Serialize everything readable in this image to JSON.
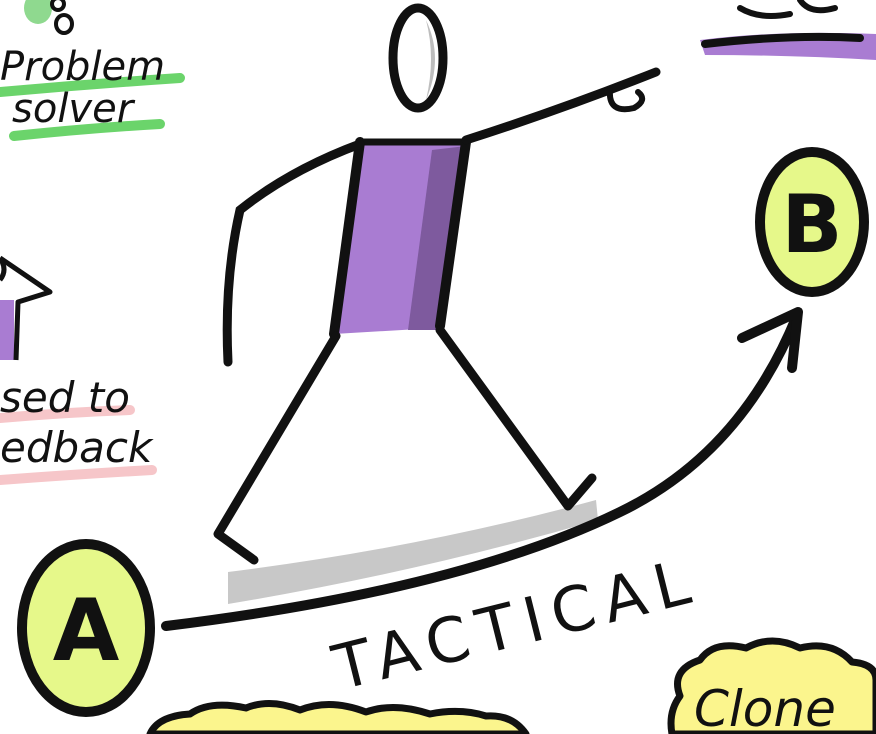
{
  "labels": {
    "problem": "Problem",
    "solver": "solver",
    "used_to": "sed to",
    "feedback": "edback",
    "point_a": "A",
    "point_b": "B",
    "tactical": "TACTICAL",
    "clone": "Clone"
  },
  "colors": {
    "ink": "#111111",
    "purple": "#a97cd2",
    "purple_shadow": "#7e5a9e",
    "lime": "#e6f88a",
    "yellow": "#fbf58d",
    "green_highlight": "#6bd46b",
    "pink_highlight": "#f6c6c9",
    "ground_shadow": "#c8c8c8",
    "head_shadow": "#bdbdbd"
  }
}
